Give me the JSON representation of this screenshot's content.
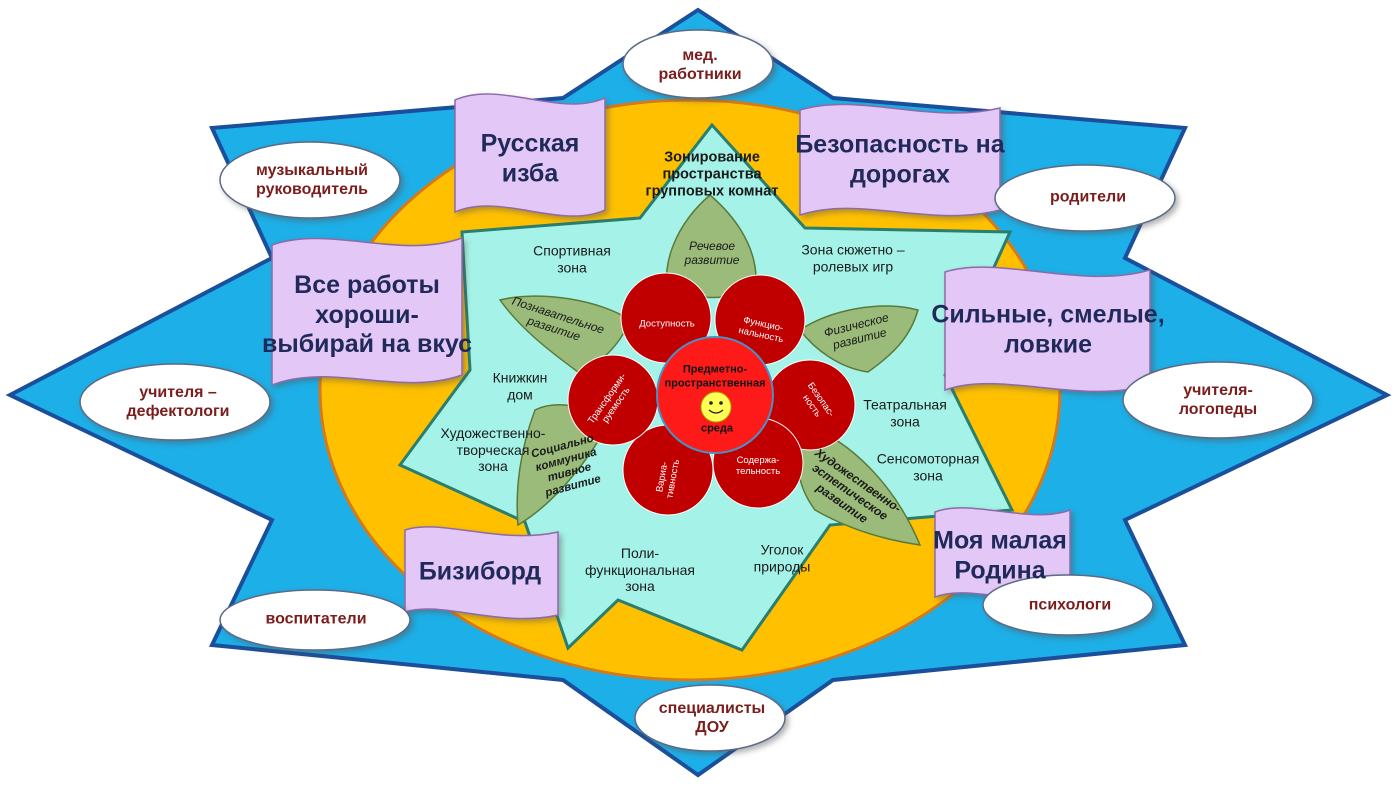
{
  "center": {
    "title_line1": "Предметно-",
    "title_line2": "пространственная",
    "title_line3": "среда"
  },
  "petals": [
    "Доступность",
    "Функцио-\nнальность",
    "Безопас-\nность",
    "Содержа-\nтельность",
    "Вариа-\nтивность",
    "Трансформи-\nруемость"
  ],
  "leaves": [
    "Речевое\nразвитие",
    "Физическое\nразвитие",
    "Художественно-\nэстетическое\nразвитие",
    "Социально\nкоммуника\nтивное\nразвитие",
    "Познавательное\nразвитие"
  ],
  "zones": {
    "top": "Зонирование\nпространства\nгрупповых комнат",
    "sport": "Спортивная\nзона",
    "role": "Зона сюжетно –\nролевых игр",
    "book": "Книжкин\nдом",
    "art": "Художественно-\nтворческая\nзона",
    "theatre": "Театральная\nзона",
    "sensor": "Сенсомоторная\nзона",
    "poly": "Поли-\nфункциональная\nзона",
    "nature": "Уголок\nприроды"
  },
  "banners": {
    "russian": "Русская\nизба",
    "safety": "Безопасность на\nдорогах",
    "works": "Все работы\nхороши-\nвыбирай на вкус",
    "strong": "Сильные, смелые,\nловкие",
    "busy": "Бизиборд",
    "homeland": "Моя малая\nРодина"
  },
  "clouds": {
    "med": "мед.\nработники",
    "music": "музыкальный\nруководитель",
    "parents": "родители",
    "defect": "учителя –\nдефектологи",
    "logoped": "учителя-\nлогопеды",
    "educators": "воспитатели",
    "psych": "психологи",
    "specialists": "специалисты\nДОУ"
  },
  "colors": {
    "outer_star": "#1dafe8",
    "outer_star_border": "#1a4f9c",
    "oval": "#ffc000",
    "oval_border": "#d57a1a",
    "inner_star": "#a5f3e8",
    "inner_star_border": "#2a7e6e",
    "leaf": "#9bbb7a",
    "petal": "#c00000",
    "center_circle": "#ff1a1a",
    "banner": "#e3c8f7",
    "cloud": "#ffffff"
  }
}
